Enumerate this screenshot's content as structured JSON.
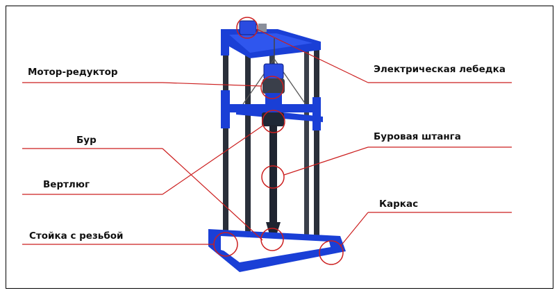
{
  "labels": {
    "motor_reducer": "Мотор-редуктор",
    "auger": "Бур",
    "swivel": "Вертлюг",
    "threaded_post": "Стойка с резьбой",
    "electric_winch": "Электрическая лебедка",
    "drill_rod": "Буровая штанга",
    "frame": "Каркас"
  },
  "colors": {
    "leader_line": "#cc1f1f",
    "frame_blue": "#1a3fd6",
    "post_dark": "#2a2f3a"
  }
}
